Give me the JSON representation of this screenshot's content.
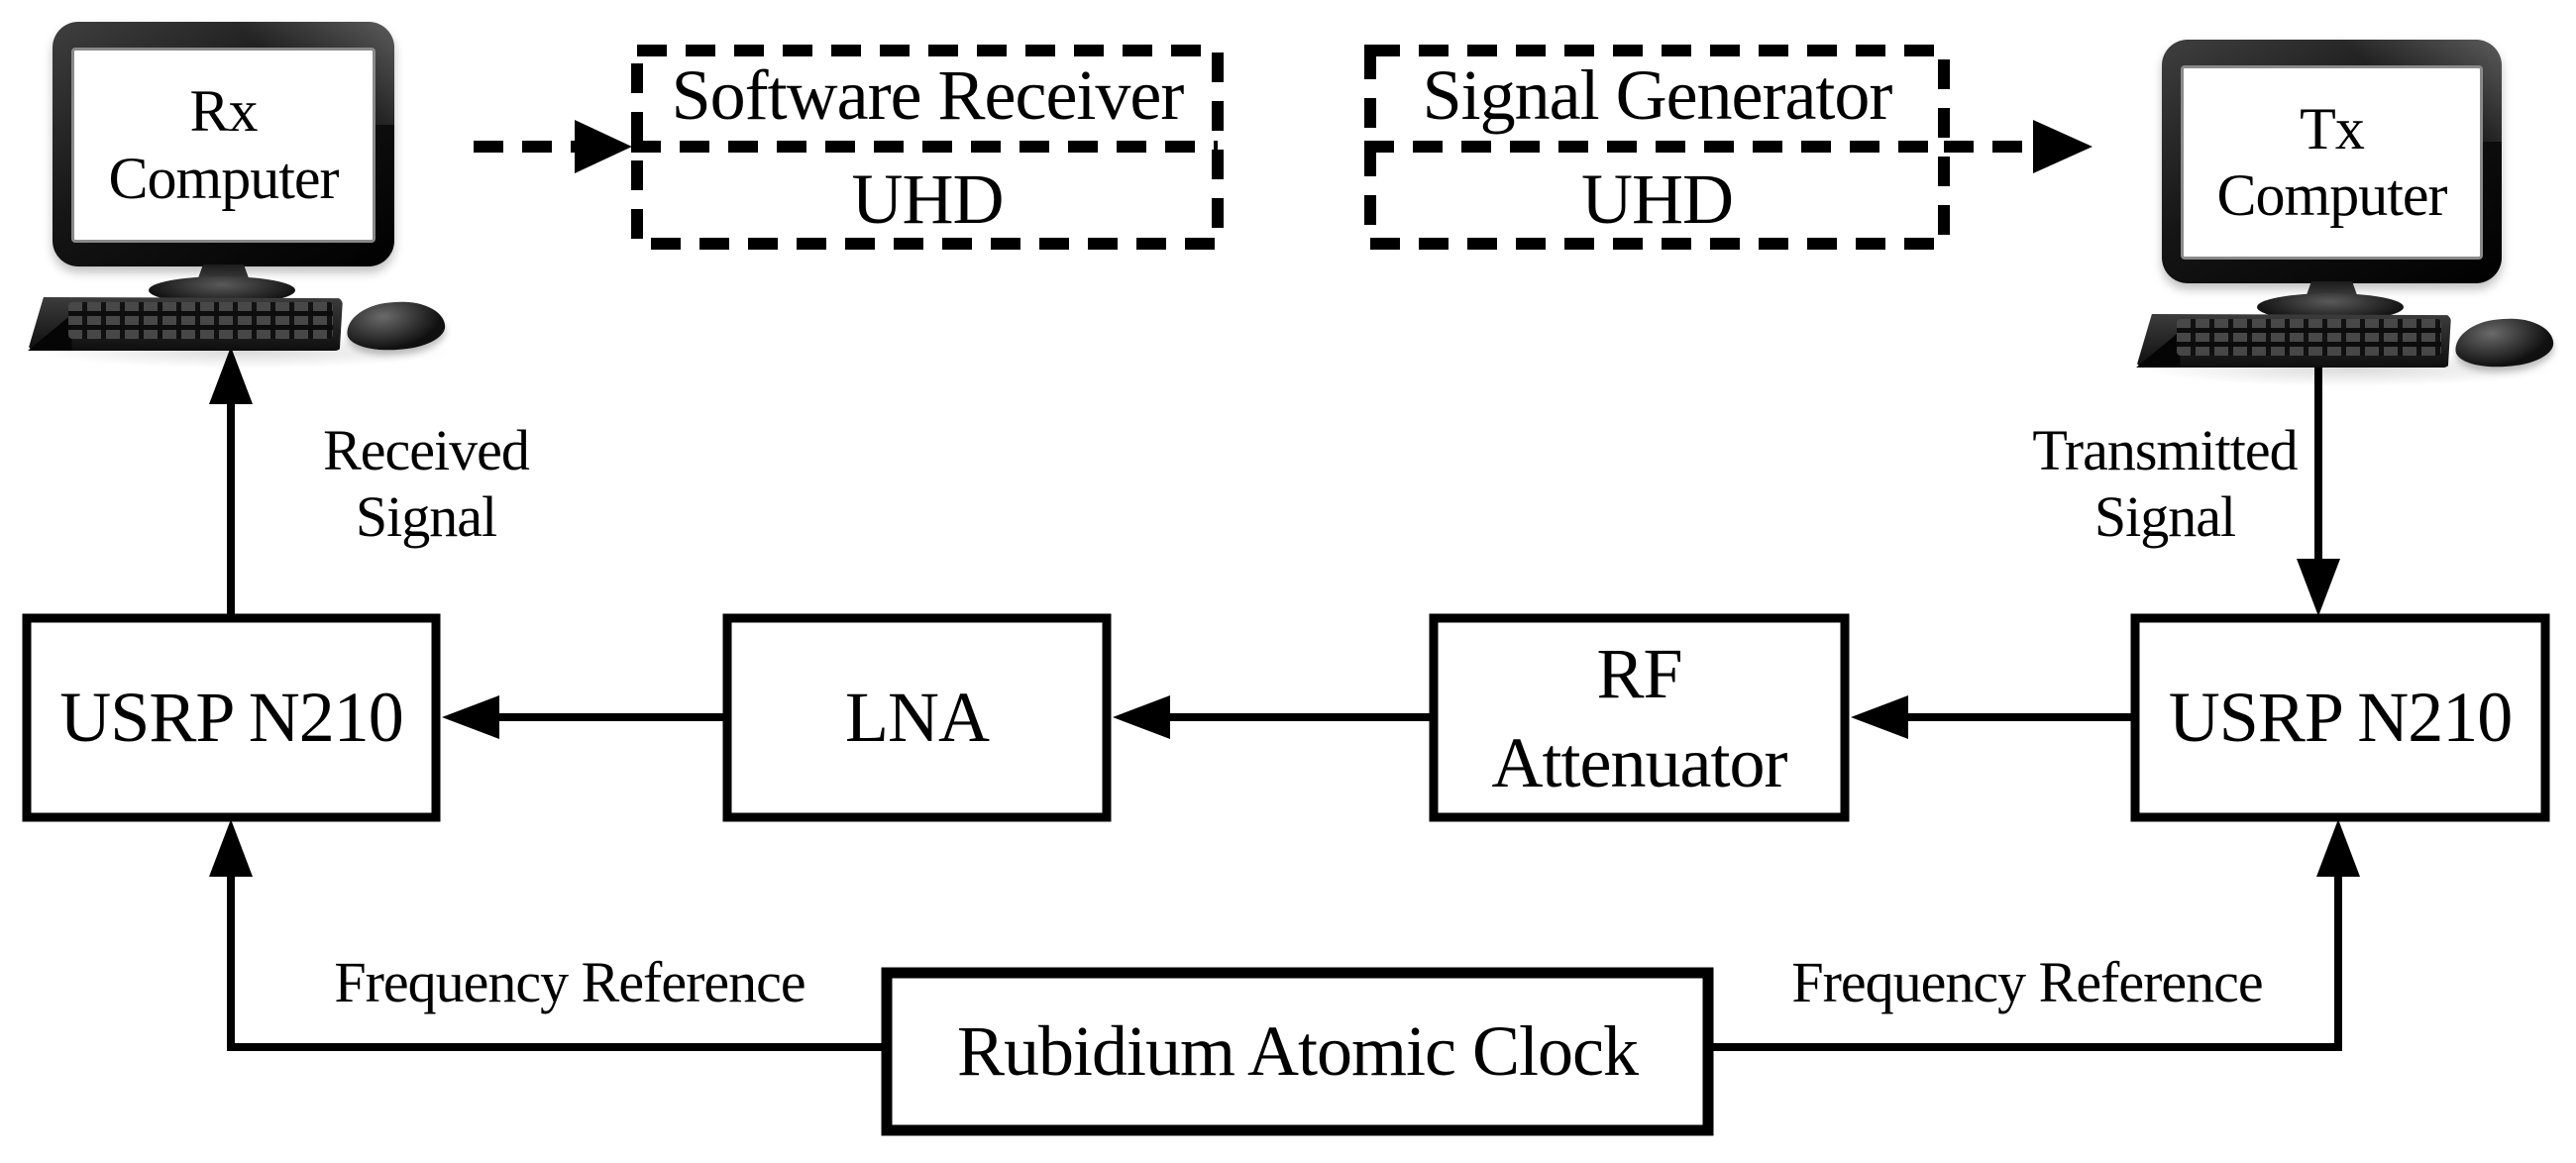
{
  "page": {
    "background": "#ffffff",
    "ink": "#000000"
  },
  "computers": {
    "rx": {
      "screen_line1": "Rx",
      "screen_line2": "Computer"
    },
    "tx": {
      "screen_line1": "Tx",
      "screen_line2": "Computer"
    }
  },
  "software_boxes": {
    "receiver": {
      "title": "Software Receiver",
      "driver": "UHD"
    },
    "generator": {
      "title": "Signal Generator",
      "driver": "UHD"
    }
  },
  "hardware_blocks": {
    "usrp_left": {
      "label": "USRP N210"
    },
    "lna": {
      "label": "LNA"
    },
    "rf_attenuator": {
      "line1": "RF",
      "line2": "Attenuator"
    },
    "usrp_right": {
      "label": "USRP N210"
    },
    "rubidium_clock": {
      "label": "Rubidium Atomic Clock"
    }
  },
  "signal_labels": {
    "received": {
      "line1": "Received",
      "line2": "Signal"
    },
    "transmitted": {
      "line1": "Transmitted",
      "line2": "Signal"
    },
    "freq_ref_left": "Frequency Reference",
    "freq_ref_right": "Frequency Reference"
  }
}
